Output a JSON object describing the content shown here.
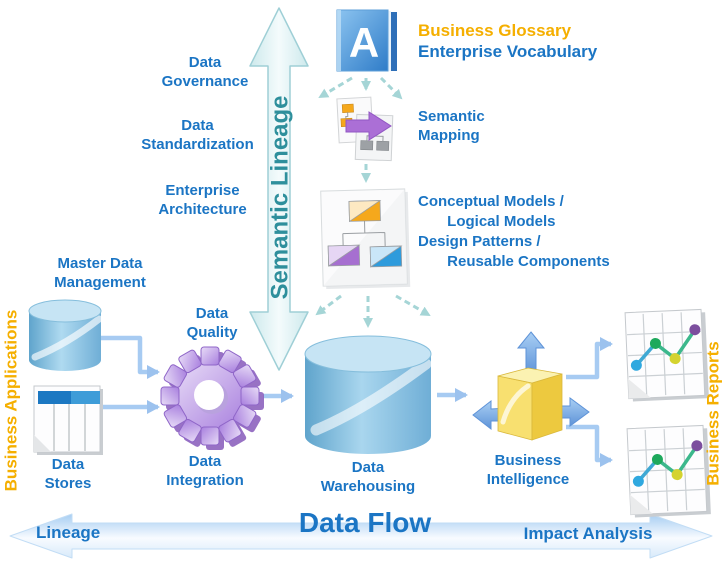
{
  "colors": {
    "label_blue": "#1B75C4",
    "label_gold": "#F5AF00",
    "lineage_teal": "#2E8F9C",
    "dashed_connector": "#A5D5D6",
    "flow_connector": "#A3C7F0",
    "cylinder_blue": "#7FB9DE",
    "gear_purple": "#A87FDE",
    "cube_gold": "#F5DC6E",
    "glossary_book_blue": "#3B86D4"
  },
  "semantic_lineage": {
    "label": "Semantic Lineage"
  },
  "data_flow": {
    "label": "Data Flow",
    "left_label": "Lineage",
    "right_label": "Impact Analysis"
  },
  "governance": {
    "data_governance": "Data\nGovernance",
    "data_standardization": "Data\nStandardization",
    "enterprise_architecture": "Enterprise\nArchitecture",
    "master_data_management": "Master Data\nManagement"
  },
  "glossary": {
    "icon_letter": "A",
    "title": "Business Glossary",
    "subtitle": "Enterprise Vocabulary"
  },
  "mapping": {
    "label": "Semantic\nMapping"
  },
  "models": {
    "label": "Conceptual Models /\n       Logical Models\nDesign Patterns /\n       Reusable Components"
  },
  "pipeline": {
    "business_applications": "Business Applications",
    "data_stores": "Data\nStores",
    "data_quality": "Data\nQuality",
    "data_integration": "Data\nIntegration",
    "data_warehousing": "Data\nWarehousing",
    "business_intelligence": "Business\nIntelligence",
    "business_reports": "Business Reports"
  }
}
